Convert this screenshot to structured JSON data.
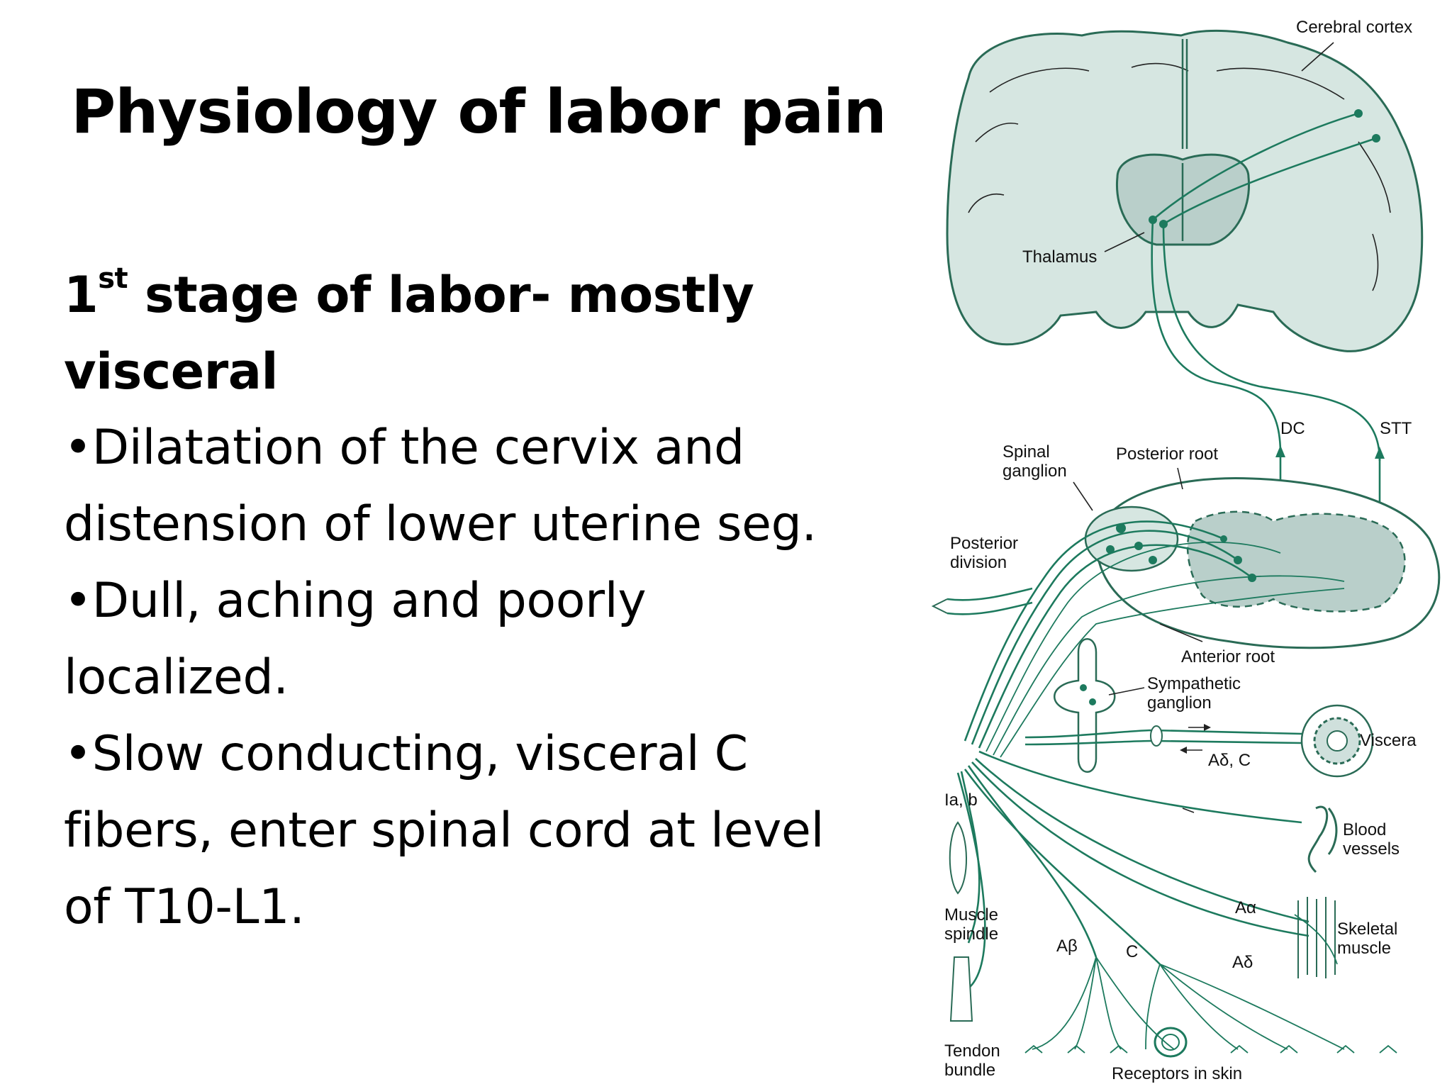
{
  "title": "Physiology of labor pain",
  "heading": {
    "number": "1",
    "ordinal": "st",
    "text_line1": " stage of labor- mostly",
    "text_line2": "visceral"
  },
  "bullets": [
    {
      "line1": "•Dilatation of the cervix and",
      "line2": "distension of lower uterine seg."
    },
    {
      "line1": "•Dull, aching and poorly",
      "line2": "localized."
    },
    {
      "line1": "•Slow conducting, visceral C",
      "line2": "fibers, enter spinal cord at level",
      "line3": "of T10-L1."
    }
  ],
  "diagram": {
    "labels": {
      "cerebral_cortex": "Cerebral cortex",
      "thalamus": "Thalamus",
      "dc": "DC",
      "stt": "STT",
      "spinal_ganglion_1": "Spinal",
      "spinal_ganglion_2": "ganglion",
      "posterior_root": "Posterior root",
      "posterior_division_1": "Posterior",
      "posterior_division_2": "division",
      "anterior_root": "Anterior root",
      "sympathetic_ganglion_1": "Sympathetic",
      "sympathetic_ganglion_2": "ganglion",
      "viscera": "Viscera",
      "a_delta_c": "Aδ, C",
      "ia_b": "Ia, b",
      "blood_vessels_1": "Blood",
      "blood_vessels_2": "vessels",
      "a_alpha": "Aα",
      "skeletal_muscle_1": "Skeletal",
      "skeletal_muscle_2": "muscle",
      "muscle_spindle_1": "Muscle",
      "muscle_spindle_2": "spindle",
      "a_beta": "Aβ",
      "c": "C",
      "a_delta": "Aδ",
      "tendon_bundle_1": "Tendon",
      "tendon_bundle_2": "bundle",
      "receptors_in_skin": "Receptors in skin"
    },
    "colors": {
      "nerve": "#1d7a5e",
      "tissue_fill": "#cfe0dc",
      "gray_matter": "#b9cfca"
    }
  }
}
